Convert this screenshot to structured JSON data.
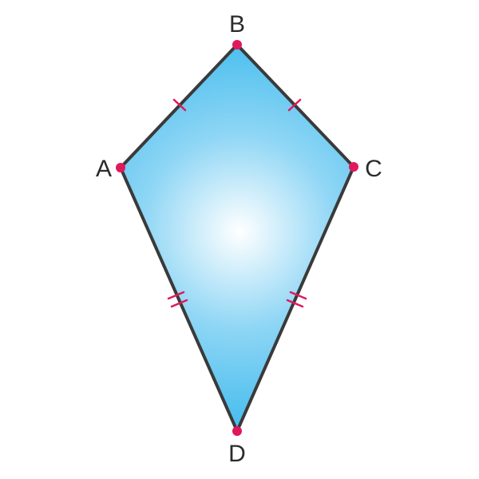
{
  "figure": {
    "shape": "kite",
    "vertices": [
      {
        "label": "A"
      },
      {
        "label": "B"
      },
      {
        "label": "C"
      },
      {
        "label": "D"
      }
    ],
    "equal_side_groups": [
      {
        "sides": [
          "AB",
          "BC"
        ],
        "tick_count": 1
      },
      {
        "sides": [
          "AD",
          "CD"
        ],
        "tick_count": 2
      }
    ],
    "colors": {
      "fill_center": "#ffffff",
      "fill_mid": "#8fd6f5",
      "fill_edge": "#38b8ec",
      "outline": "#3a3a3a",
      "point": "#e0185c",
      "tick": "#e0185c",
      "label": "#2b2b2b"
    }
  }
}
